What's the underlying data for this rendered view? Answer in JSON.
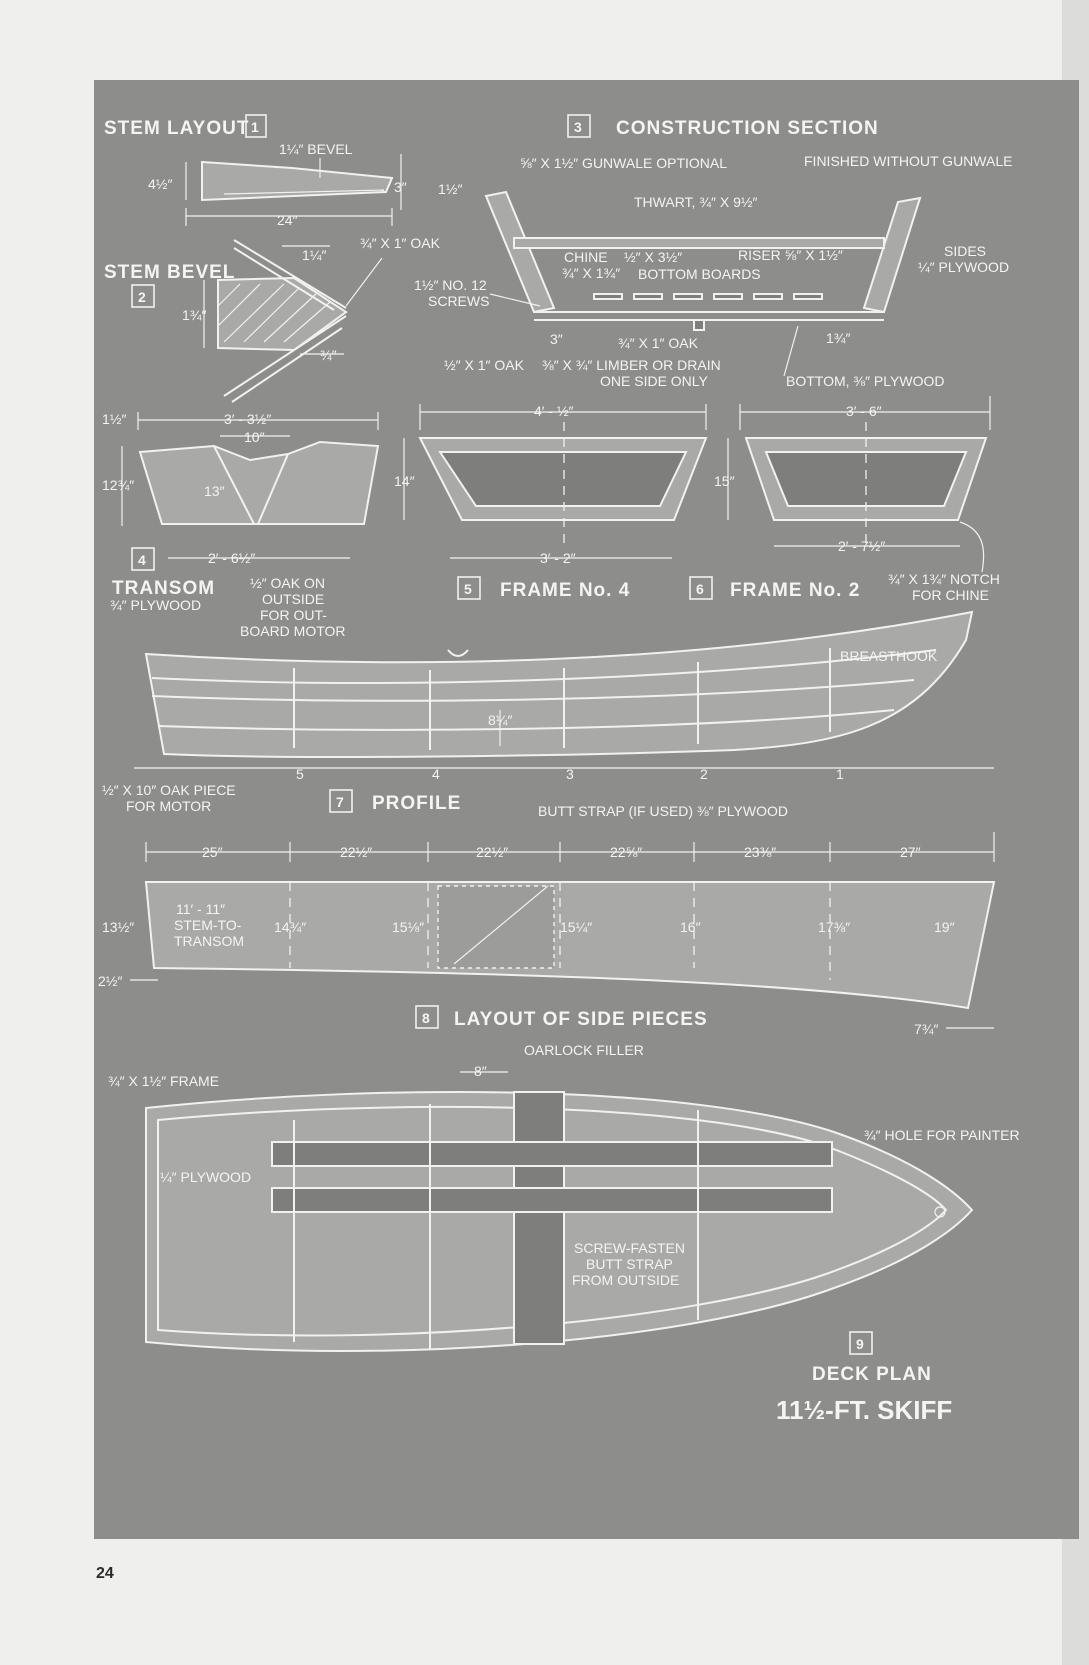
{
  "title": "11½-FT. SKIFF",
  "page_number": "24",
  "sections": {
    "s1": {
      "num": "1",
      "title": "STEM LAYOUT"
    },
    "s2": {
      "num": "2",
      "title": "STEM BEVEL"
    },
    "s3": {
      "num": "3",
      "title": "CONSTRUCTION SECTION"
    },
    "s4": {
      "num": "4",
      "title": "TRANSOM",
      "subtitle": "¾″ PLYWOOD"
    },
    "s5": {
      "num": "5",
      "title": "FRAME No. 4"
    },
    "s6": {
      "num": "6",
      "title": "FRAME No. 2"
    },
    "s7": {
      "num": "7",
      "title": "PROFILE"
    },
    "s8": {
      "num": "8",
      "title": "LAYOUT OF SIDE PIECES"
    },
    "s9": {
      "num": "9",
      "title": "DECK PLAN"
    }
  },
  "stem_layout": {
    "bevel": "1¼″ BEVEL",
    "h_left": "4½″",
    "h_right": "3″",
    "length": "24″"
  },
  "stem_bevel": {
    "top": "1¼″",
    "oak": "¾″ X 1″ OAK",
    "height": "1¾″",
    "bottom": "¾″"
  },
  "construction": {
    "gunwale_optional": "⅝″ X 1½″  GUNWALE OPTIONAL",
    "gunwale_width": "1½″",
    "finished": "FINISHED WITHOUT GUNWALE",
    "thwart": "THWART, ¾″ X 9½″",
    "chine_word": "CHINE",
    "chine_size": "½″ X 3½″",
    "riser": "RISER ⅝″ X 1½″",
    "sides_1": "SIDES",
    "sides_2": "¼″ PLYWOOD",
    "chine_size2": "¾″ X 1¾″",
    "bottom_boards": "BOTTOM BOARDS",
    "screws_1": "1½″ NO. 12",
    "screws_2": "SCREWS",
    "dim_3": "3″",
    "dim_1_75": "1¾″",
    "keel_oak": "¾″ X 1″ OAK",
    "half_oak": "½″ X 1″ OAK",
    "limber_1": "⅜″ X ¾″ LIMBER OR DRAIN",
    "limber_2": "ONE SIDE ONLY",
    "bottom_ply": "BOTTOM, ⅜″ PLYWOOD"
  },
  "transom": {
    "d_1_5": "1½″",
    "width": "3′ - 3½″",
    "center": "10″",
    "height": "12¾″",
    "inner": "13″",
    "bottom": "2′ - 6½″",
    "note_1": "½″ OAK ON",
    "note_2": "OUTSIDE",
    "note_3": "FOR OUT-",
    "note_4": "BOARD MOTOR"
  },
  "frame4": {
    "top": "4′ - ½″",
    "height": "14″",
    "bottom": "3′ - 2″"
  },
  "frame2": {
    "top": "3′ - 6″",
    "height": "15″",
    "bottom": "2′ - 7½″",
    "notch_1": "¾″ X 1¾″ NOTCH",
    "notch_2": "FOR CHINE"
  },
  "profile": {
    "breasthook": "BREASTHOOK",
    "depth": "8¼″",
    "stations": [
      "5",
      "4",
      "3",
      "2",
      "1"
    ],
    "motor_1": "½″ X 10″ OAK PIECE",
    "motor_2": "FOR MOTOR",
    "butt_strap": "BUTT STRAP (IF USED) ⅜″ PLYWOOD"
  },
  "side_layout": {
    "spacings": [
      "25″",
      "22½″",
      "22½″",
      "22⅝″",
      "23⅜″",
      "27″"
    ],
    "heights": [
      "13½″",
      "14¾″",
      "15⅛″",
      "15¼″",
      "16″",
      "17⅜″",
      "19″"
    ],
    "length_1": "11′ - 11″",
    "length_2": "STEM-TO-",
    "length_3": "TRANSOM",
    "offset": "2½″",
    "bow_offset": "7¾″"
  },
  "deck_plan": {
    "oarlock_gap": "8″",
    "oarlock_filler": "OARLOCK FILLER",
    "frame": "¾″ X 1½″ FRAME",
    "plywood": "¼″ PLYWOOD",
    "painter": "¾″ HOLE FOR PAINTER",
    "screw_1": "SCREW-FASTEN",
    "screw_2": "BUTT STRAP",
    "screw_3": "FROM OUTSIDE"
  }
}
